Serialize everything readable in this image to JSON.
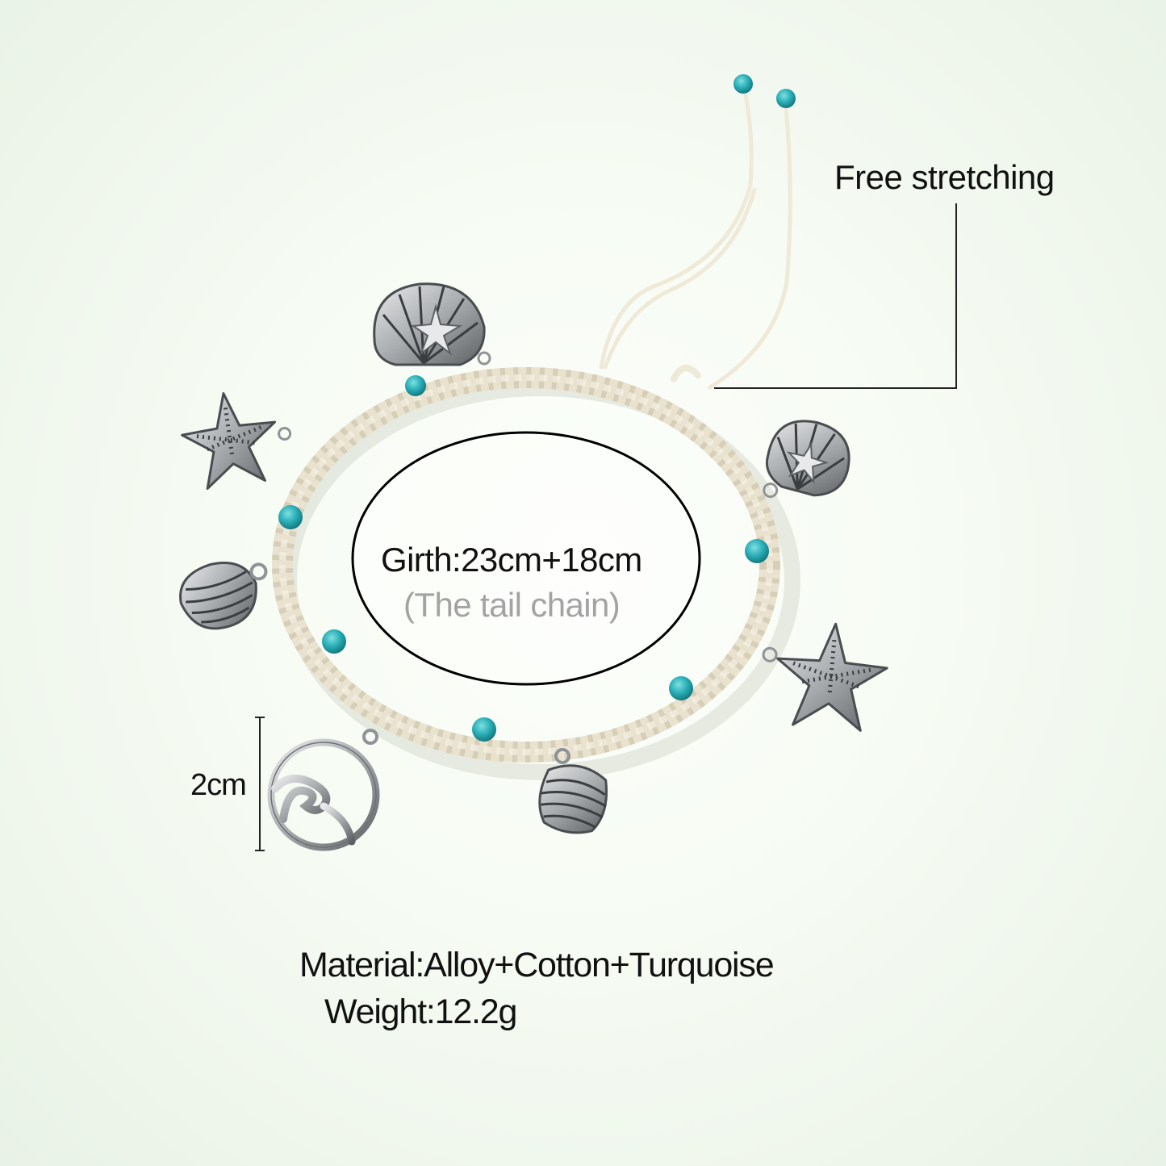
{
  "product": {
    "type": "Anklet / bracelet",
    "annotations": {
      "adjustable": "Free stretching",
      "girth": "Girth:23cm+18cm",
      "girth_note": "(The tail chain)",
      "charm_size": "2cm",
      "material": "Material:Alloy+Cotton+Turquoise",
      "weight": "Weight:12.2g"
    },
    "charms": [
      {
        "name": "starfish-charm",
        "position": "upper-left"
      },
      {
        "name": "scallop-shell-with-starfish-charm",
        "position": "top"
      },
      {
        "name": "scallop-shell-with-starfish-charm",
        "position": "right"
      },
      {
        "name": "clam-shell-charm",
        "position": "left"
      },
      {
        "name": "starfish-charm",
        "position": "lower-right"
      },
      {
        "name": "wave-circle-charm",
        "position": "bottom-left"
      },
      {
        "name": "clam-shell-charm",
        "position": "bottom"
      }
    ],
    "colors": {
      "cord": "#eee8d8",
      "cord_shadow": "#cfc6ae",
      "turquoise": "#2ab0b8",
      "silver": "#b9bcbf",
      "silver_dark": "#55585b",
      "background": "#f6fbf3"
    }
  }
}
